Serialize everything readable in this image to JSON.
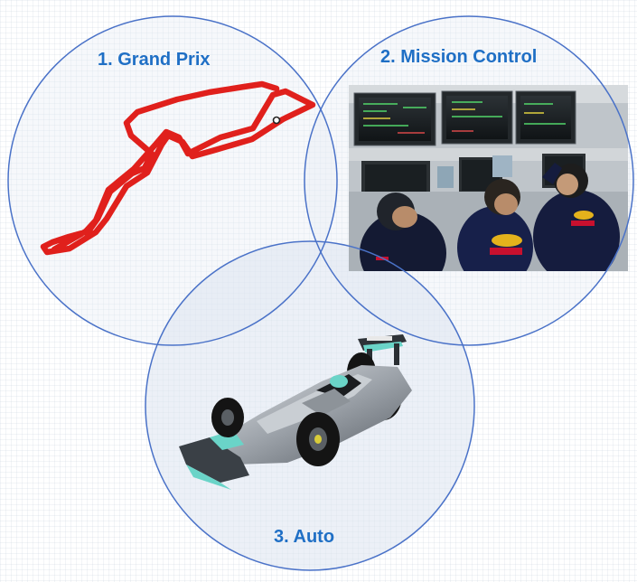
{
  "diagram": {
    "accent_color": "#1f6fc5",
    "track_color": "#e0201c",
    "circle_stroke": "#4a72c8",
    "circles": [
      {
        "label": "1. Grand Prix",
        "icon": "race-track-icon"
      },
      {
        "label": "2. Mission Control",
        "icon": "mission-control-photo"
      },
      {
        "label": "3. Auto",
        "icon": "f1-car-image"
      }
    ]
  }
}
